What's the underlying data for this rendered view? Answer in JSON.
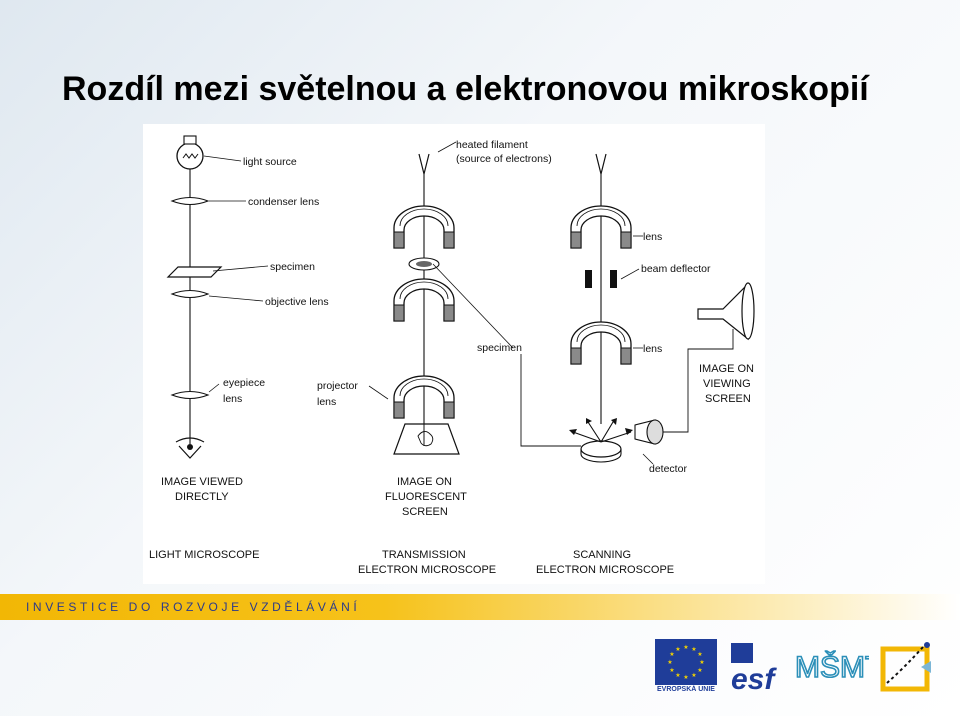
{
  "slide": {
    "title": "Rozdíl mezi světelnou a elektronovou mikroskopií",
    "footer_band": "INVESTICE DO ROZVOJE VZDĚLÁVÁNÍ"
  },
  "diagram": {
    "light": {
      "labels": {
        "light_source": "light source",
        "condenser_lens": "condenser lens",
        "specimen": "specimen",
        "objective_lens": "objective lens",
        "eyepiece_lens_1": "eyepiece",
        "eyepiece_lens_2": "lens"
      },
      "result": [
        "IMAGE VIEWED",
        "DIRECTLY"
      ],
      "caption": "LIGHT MICROSCOPE"
    },
    "tem": {
      "labels": {
        "heated_filament_1": "heated filament",
        "heated_filament_2": "(source of electrons)",
        "projector_lens_1": "projector",
        "projector_lens_2": "lens",
        "specimen": "specimen"
      },
      "result": [
        "IMAGE ON",
        "FLUORESCENT",
        "SCREEN"
      ],
      "caption": [
        "TRANSMISSION",
        "ELECTRON MICROSCOPE"
      ]
    },
    "sem": {
      "labels": {
        "lens_top": "lens",
        "beam_deflector": "beam deflector",
        "lens_bottom": "lens",
        "detector": "detector"
      },
      "result": [
        "IMAGE ON",
        "VIEWING",
        "SCREEN"
      ],
      "caption": [
        "SCANNING",
        "ELECTRON MICROSCOPE"
      ]
    }
  },
  "logos": {
    "eu_caption": "EVROPSKÁ UNIE",
    "esf_text": "esf",
    "msmt_text": "MŠMT"
  },
  "colors": {
    "band_yellow": "#f2b705",
    "band_text": "#2b3a8a",
    "eu_blue": "#1f3d99",
    "magnet_grey": "#8a8a8a"
  }
}
